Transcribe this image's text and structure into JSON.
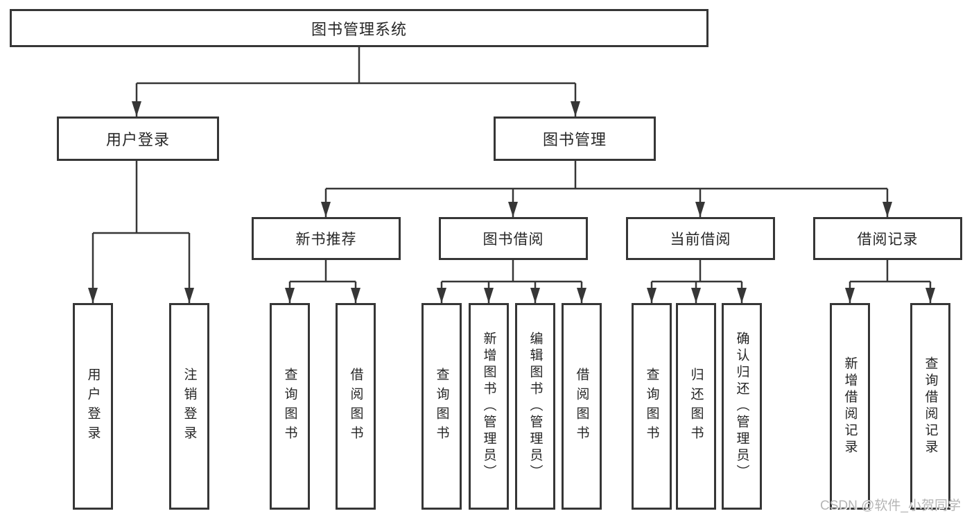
{
  "colors": {
    "line": "#363636",
    "box_border": "#363636",
    "text": "#262626",
    "background": "#ffffff",
    "watermark_text": "#b5b5b5"
  },
  "root": {
    "label": "图书管理系统",
    "children": [
      {
        "label": "用户登录",
        "children": [
          {
            "label": "用户登录"
          },
          {
            "label": "注销登录"
          }
        ]
      },
      {
        "label": "图书管理",
        "children": [
          {
            "label": "新书推荐",
            "children": [
              {
                "label": "查询图书"
              },
              {
                "label": "借阅图书"
              }
            ]
          },
          {
            "label": "图书借阅",
            "children": [
              {
                "label": "查询图书"
              },
              {
                "label": "新增图书（管理员）"
              },
              {
                "label": "编辑图书（管理员）"
              },
              {
                "label": "借阅图书"
              }
            ]
          },
          {
            "label": "当前借阅",
            "children": [
              {
                "label": "查询图书"
              },
              {
                "label": "归还图书"
              },
              {
                "label": "确认归还（管理员）"
              }
            ]
          },
          {
            "label": "借阅记录",
            "children": [
              {
                "label": "新增借阅记录"
              },
              {
                "label": "查询借阅记录"
              }
            ]
          }
        ]
      }
    ]
  },
  "watermark": {
    "text": "CSDN @软件_小贺同学"
  }
}
